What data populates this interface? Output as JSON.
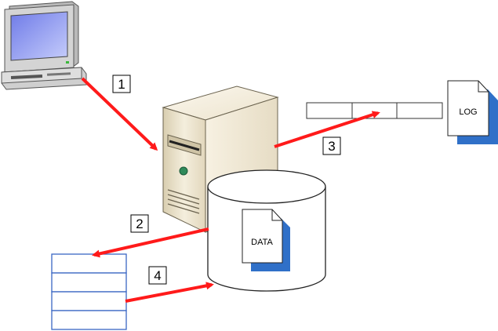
{
  "steps": [
    {
      "label": "1"
    },
    {
      "label": "2"
    },
    {
      "label": "3"
    },
    {
      "label": "4"
    }
  ],
  "documents": {
    "data": {
      "label": "DATA"
    },
    "log": {
      "label": "LOG"
    }
  },
  "colors": {
    "arrow": "#ff1a1a",
    "page_shadow": "#3070c8",
    "buffer_border": "#3a66c4",
    "server_body": "#efe6cf",
    "monitor_screen": "#8a94f0"
  },
  "icons": [
    "computer-icon",
    "server-icon",
    "database-icon",
    "data-document-icon",
    "log-document-icon",
    "memory-buffer-icon",
    "log-buffer-icon"
  ]
}
